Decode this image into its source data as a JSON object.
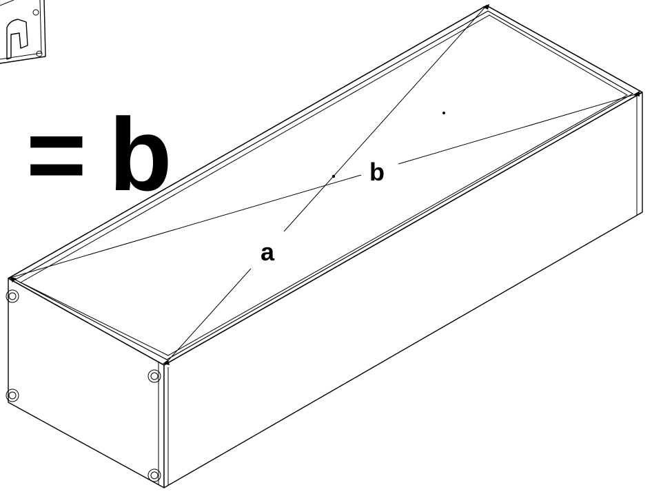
{
  "equation": {
    "sign": "=",
    "variable": "b"
  },
  "box": {
    "diagonal_a_label": "a",
    "diagonal_b_label": "b"
  }
}
